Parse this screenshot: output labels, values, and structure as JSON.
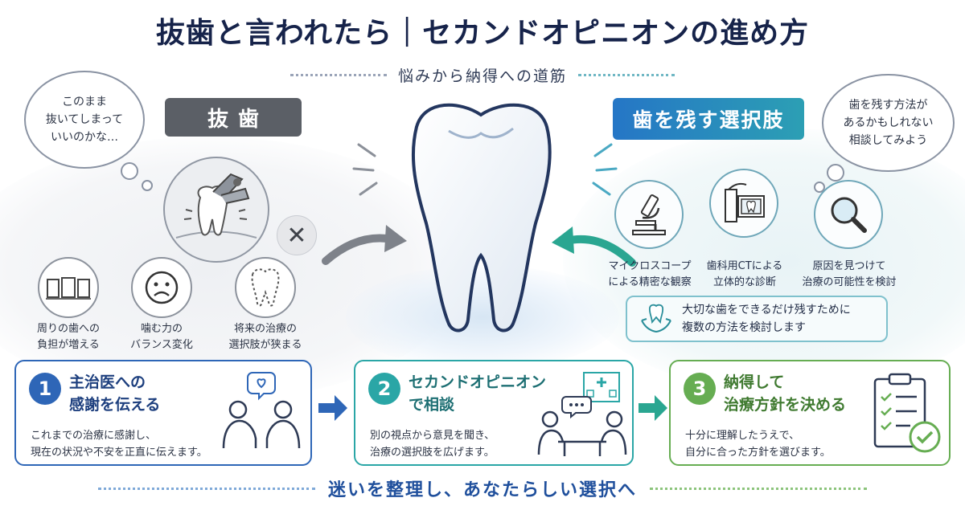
{
  "title": "抜歯と言われたら｜セカンドオピニオンの進め方",
  "subtitle": "悩みから納得への道筋",
  "left_thought": [
    "このまま",
    "抜いてしまって",
    "いいのかな…"
  ],
  "right_thought": [
    "歯を残す方法が",
    "あるかもしれない",
    "相談してみよう"
  ],
  "extraction_label": "抜歯",
  "keep_label": "歯を残す選択肢",
  "extraction_risks": [
    {
      "icon": "teeth-row-icon",
      "lines": [
        "周りの歯への",
        "負担が増える"
      ]
    },
    {
      "icon": "sad-face-icon",
      "lines": [
        "噛む力の",
        "バランス変化"
      ]
    },
    {
      "icon": "dashed-tooth-icon",
      "lines": [
        "将来の治療の",
        "選択肢が狭まる"
      ]
    }
  ],
  "keep_tools": [
    {
      "icon": "microscope-icon",
      "lines": [
        "マイクロスコープ",
        "による精密な観察"
      ]
    },
    {
      "icon": "ct-scanner-icon",
      "lines": [
        "歯科用CTによる",
        "立体的な診断"
      ]
    },
    {
      "icon": "magnifier-icon",
      "lines": [
        "原因を見つけて",
        "治療の可能性を検討"
      ]
    }
  ],
  "keep_note": [
    "大切な歯をできるだけ残すために",
    "複数の方法を検討します"
  ],
  "steps": [
    {
      "number": "1",
      "title": [
        "主治医への",
        "感謝を伝える"
      ],
      "desc": [
        "これまでの治療に感謝し、",
        "現在の状況や不安を正直に伝えます。"
      ],
      "color": "#2e66b7"
    },
    {
      "number": "2",
      "title": [
        "セカンドオピニオン",
        "で相談"
      ],
      "desc": [
        "別の視点から意見を聞き、",
        "治療の選択肢を広げます。"
      ],
      "color": "#2aa6a6"
    },
    {
      "number": "3",
      "title": [
        "納得して",
        "治療方針を決める"
      ],
      "desc": [
        "十分に理解したうえで、",
        "自分に合った方針を選びます。"
      ],
      "color": "#66ad52"
    }
  ],
  "bottom_message": "迷いを整理し、あなたらしい選択へ",
  "colors": {
    "navy": "#16234a",
    "blue": "#2e66b7",
    "teal": "#2aa6a6",
    "green": "#66ad52",
    "gray": "#5b5f66"
  }
}
